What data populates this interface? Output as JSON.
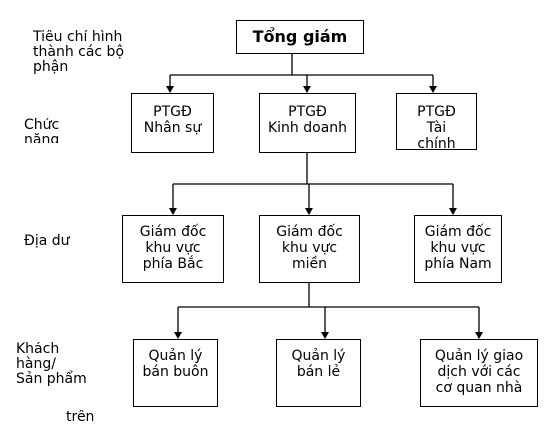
{
  "criteria_labels": {
    "formation": [
      "Tiêu chí hình",
      "thành các bộ",
      "phận"
    ],
    "function": [
      "Chức",
      "năng"
    ],
    "geography": [
      "Địa dư"
    ],
    "customer": [
      "Khách",
      "hàng/",
      "Sản phẩm"
    ],
    "bottom_note": "trên"
  },
  "top": {
    "label": "Tổng giám"
  },
  "level1": [
    {
      "lines": [
        "PTGĐ",
        "Nhân sự"
      ]
    },
    {
      "lines": [
        "PTGĐ",
        "Kinh doanh"
      ]
    },
    {
      "lines": [
        "PTGĐ",
        "Tài",
        "chính"
      ]
    }
  ],
  "level2": [
    {
      "lines": [
        "Giám đốc",
        "khu vực",
        "phía Bắc"
      ]
    },
    {
      "lines": [
        "Giám đốc",
        "khu vực",
        "miền"
      ]
    },
    {
      "lines": [
        "Giám đốc",
        "khu vực",
        "phía Nam"
      ]
    }
  ],
  "level3": [
    {
      "lines": [
        "Quản lý",
        "bán buôn"
      ]
    },
    {
      "lines": [
        "Quản lý",
        "bán lẻ"
      ]
    },
    {
      "lines": [
        "Quản lý giao",
        "dịch với các",
        "cơ quan nhà"
      ]
    }
  ]
}
